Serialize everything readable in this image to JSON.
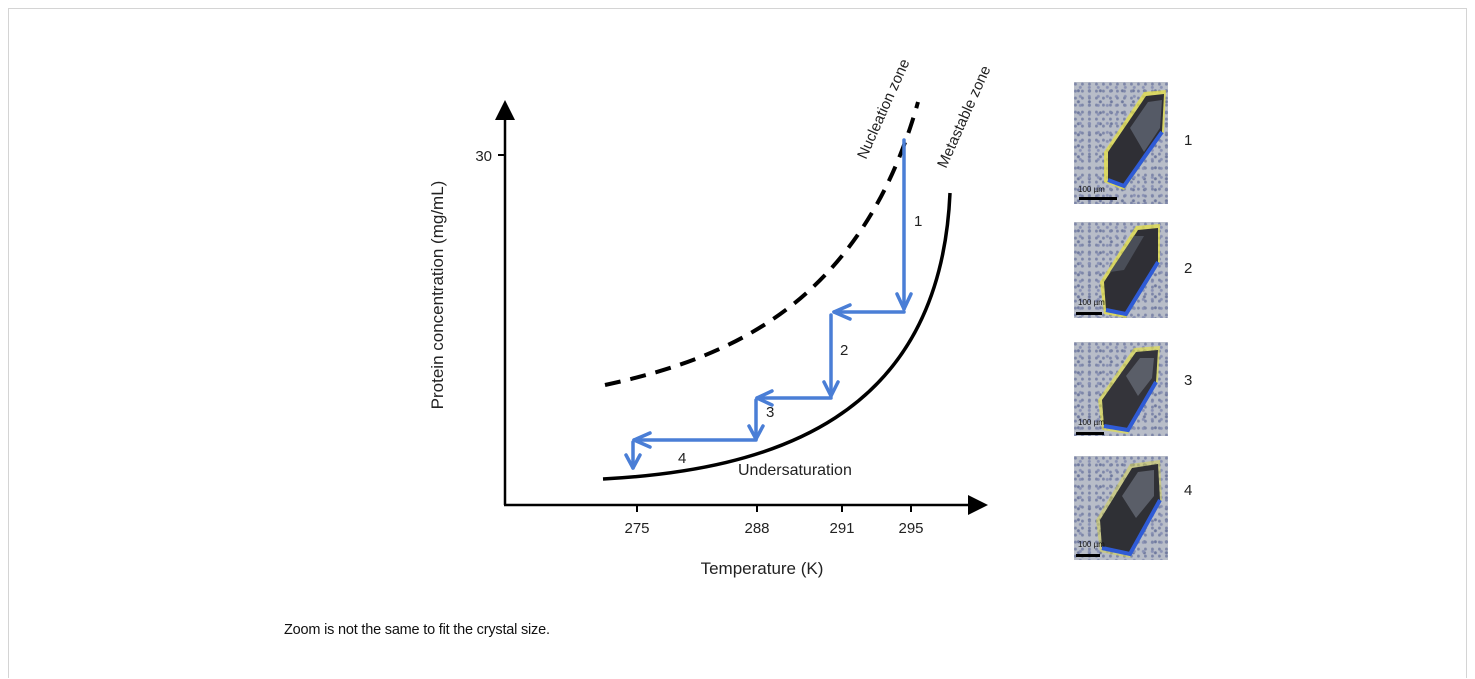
{
  "diagram": {
    "y_axis_label": "Protein concentration (mg/mL)",
    "y_tick": "30",
    "x_axis_label": "Temperature (K)",
    "x_ticks": [
      "275",
      "288",
      "291",
      "295"
    ],
    "curve_labels": {
      "nucleation": "Nucleation zone",
      "metastable": "Metastable zone",
      "undersaturation": "Undersaturation"
    },
    "step_labels": [
      "1",
      "2",
      "3",
      "4"
    ],
    "colors": {
      "arrow": "#4a7ed6",
      "curve": "#000000",
      "crystal_glow": "#e8e23a",
      "crystal_edge": "#2f5bd6"
    }
  },
  "crystal_images": [
    {
      "number": "1",
      "scale_text": "100 µm"
    },
    {
      "number": "2",
      "scale_text": "100 µm"
    },
    {
      "number": "3",
      "scale_text": "100 µm"
    },
    {
      "number": "4",
      "scale_text": "100 µm"
    }
  ],
  "caption": "Zoom is not the same to fit the crystal size."
}
